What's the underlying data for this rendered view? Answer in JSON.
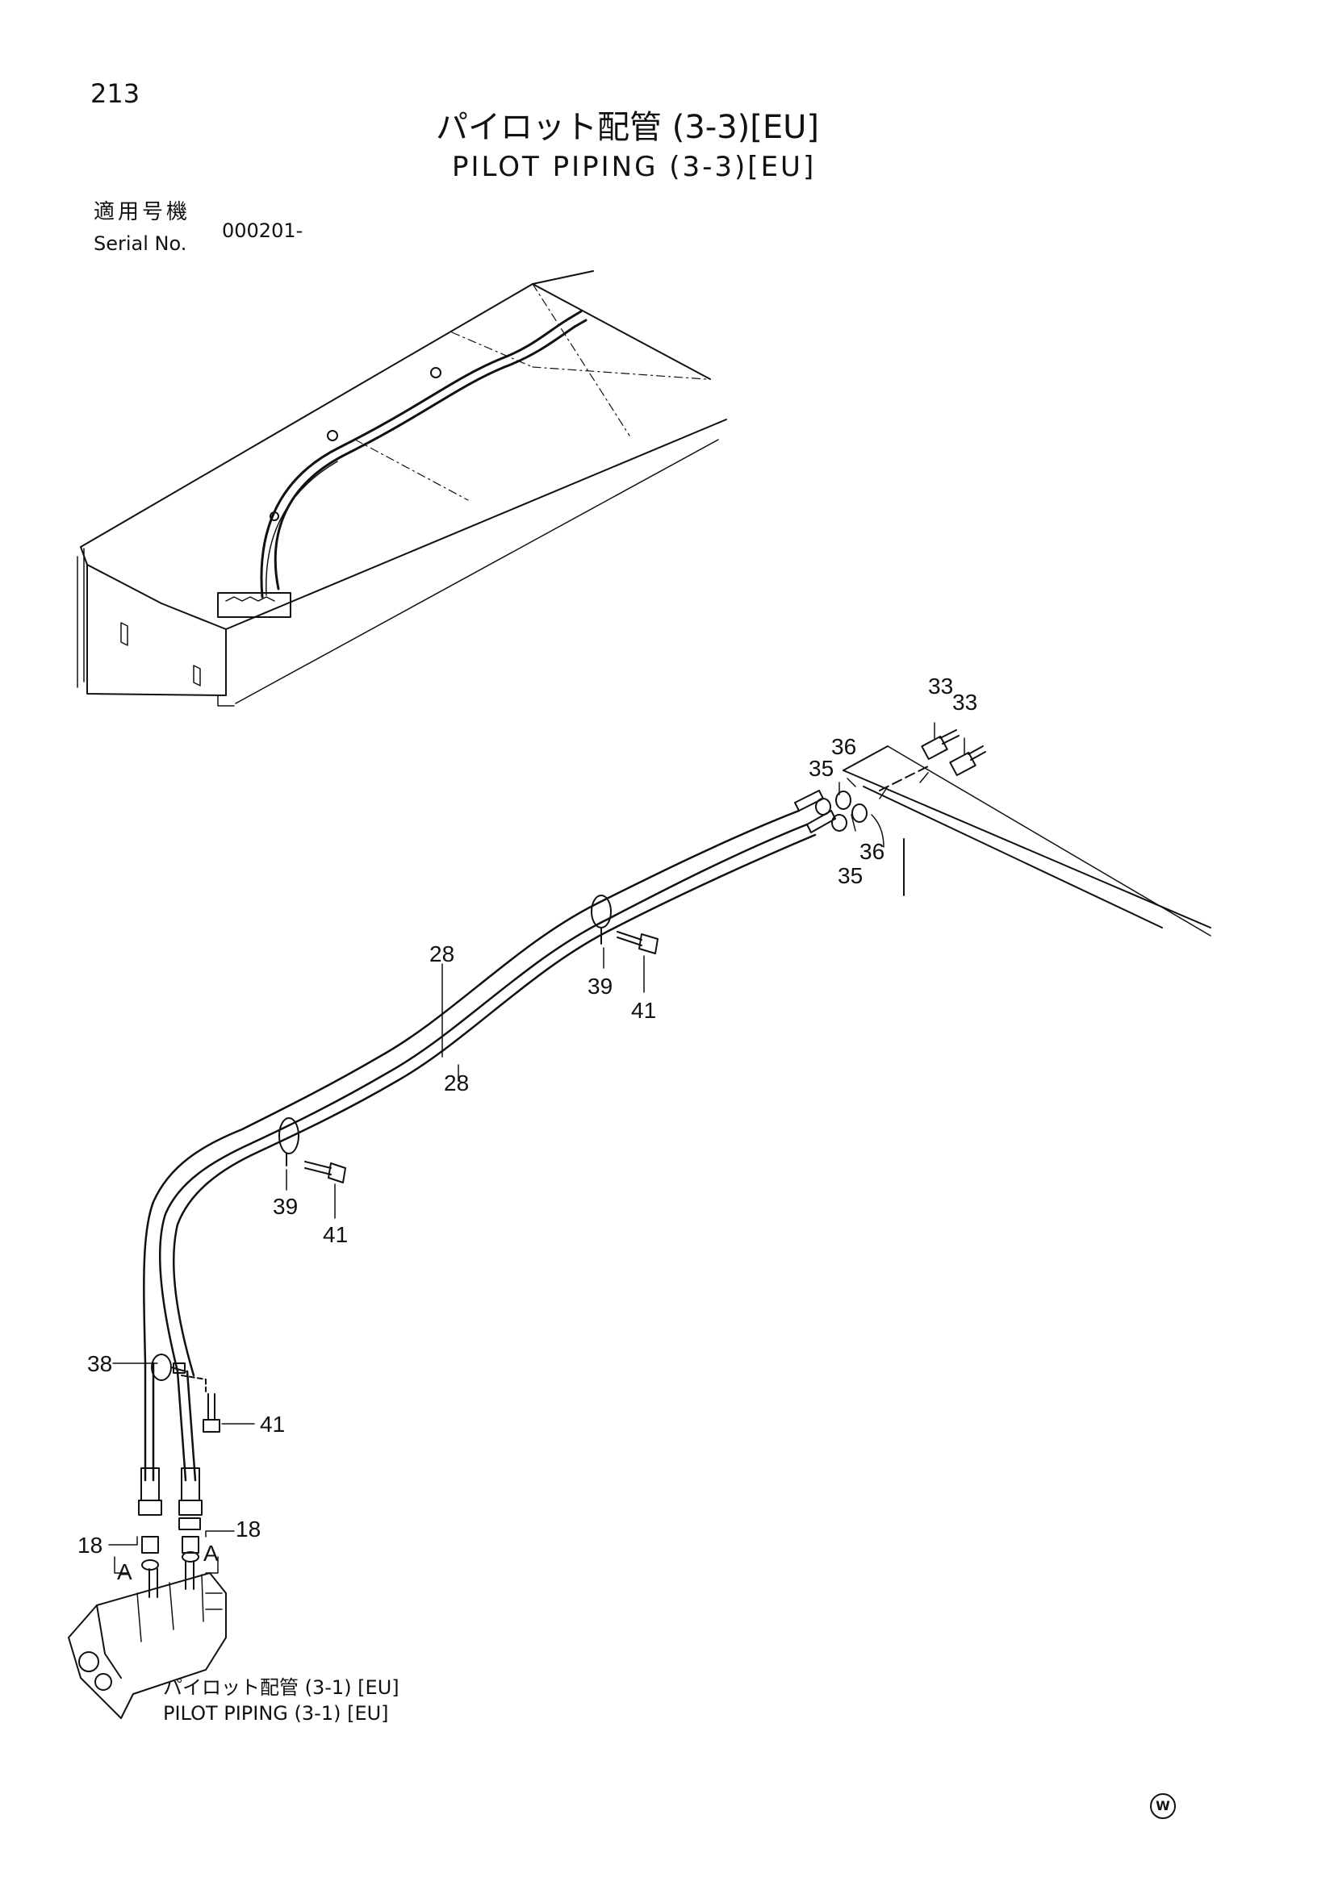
{
  "header": {
    "page_number": "213",
    "title_ja": "パイロット配管 (3-3)[EU]",
    "title_en": "PILOT PIPING (3-3)[EU]",
    "serial_label_ja": "適用号機",
    "serial_label_en": "Serial No.",
    "serial_value": "000201-"
  },
  "reference": {
    "ja": "パイロット配管 (3-1) [EU]",
    "en": "PILOT PIPING (3-1) [EU]"
  },
  "callouts": {
    "c33a": "33",
    "c33b": "33",
    "c36a": "36",
    "c35a": "35",
    "c36b": "36",
    "c35b": "35",
    "c28a": "28",
    "c28b": "28",
    "c39a": "39",
    "c41a": "41",
    "c39b": "39",
    "c41b": "41",
    "c38": "38",
    "c41c": "41",
    "c18a": "18",
    "c18b": "18",
    "cAa": "A",
    "cAb": "A"
  },
  "corner_mark": "W"
}
